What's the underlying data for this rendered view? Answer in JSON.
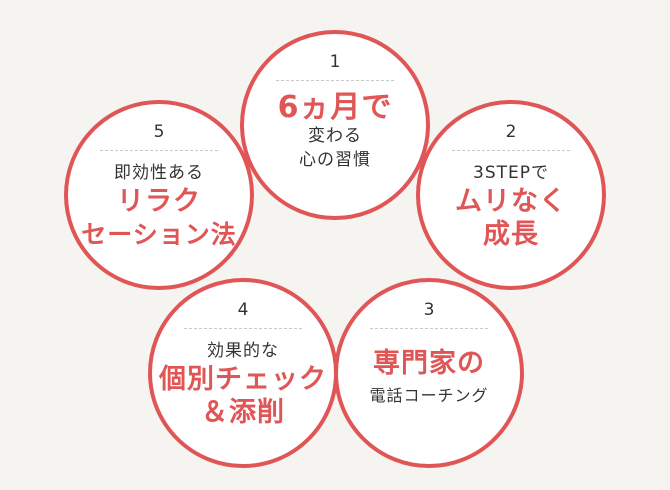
{
  "accent_color": "#e05656",
  "steps": [
    {
      "number": "1",
      "lines": [
        {
          "text": "6ヵ月で",
          "style": "red"
        },
        {
          "text": "変わる",
          "style": "dark"
        },
        {
          "text": "心の習慣",
          "style": "dark"
        }
      ]
    },
    {
      "number": "2",
      "lines": [
        {
          "text": "3STEPで",
          "style": "dark"
        },
        {
          "text": "ムリなく",
          "style": "red"
        },
        {
          "text": "成長",
          "style": "red"
        }
      ]
    },
    {
      "number": "3",
      "lines": [
        {
          "text": "専門家の",
          "style": "red"
        },
        {
          "text": "電話コーチング",
          "style": "dark"
        }
      ]
    },
    {
      "number": "4",
      "lines": [
        {
          "text": "効果的な",
          "style": "dark"
        },
        {
          "text": "個別チェック",
          "style": "red"
        },
        {
          "text": "＆添削",
          "style": "red"
        }
      ]
    },
    {
      "number": "5",
      "lines": [
        {
          "text": "即効性ある",
          "style": "dark"
        },
        {
          "text": "リラク",
          "style": "red"
        },
        {
          "text": "セーション法",
          "style": "red"
        }
      ]
    }
  ]
}
